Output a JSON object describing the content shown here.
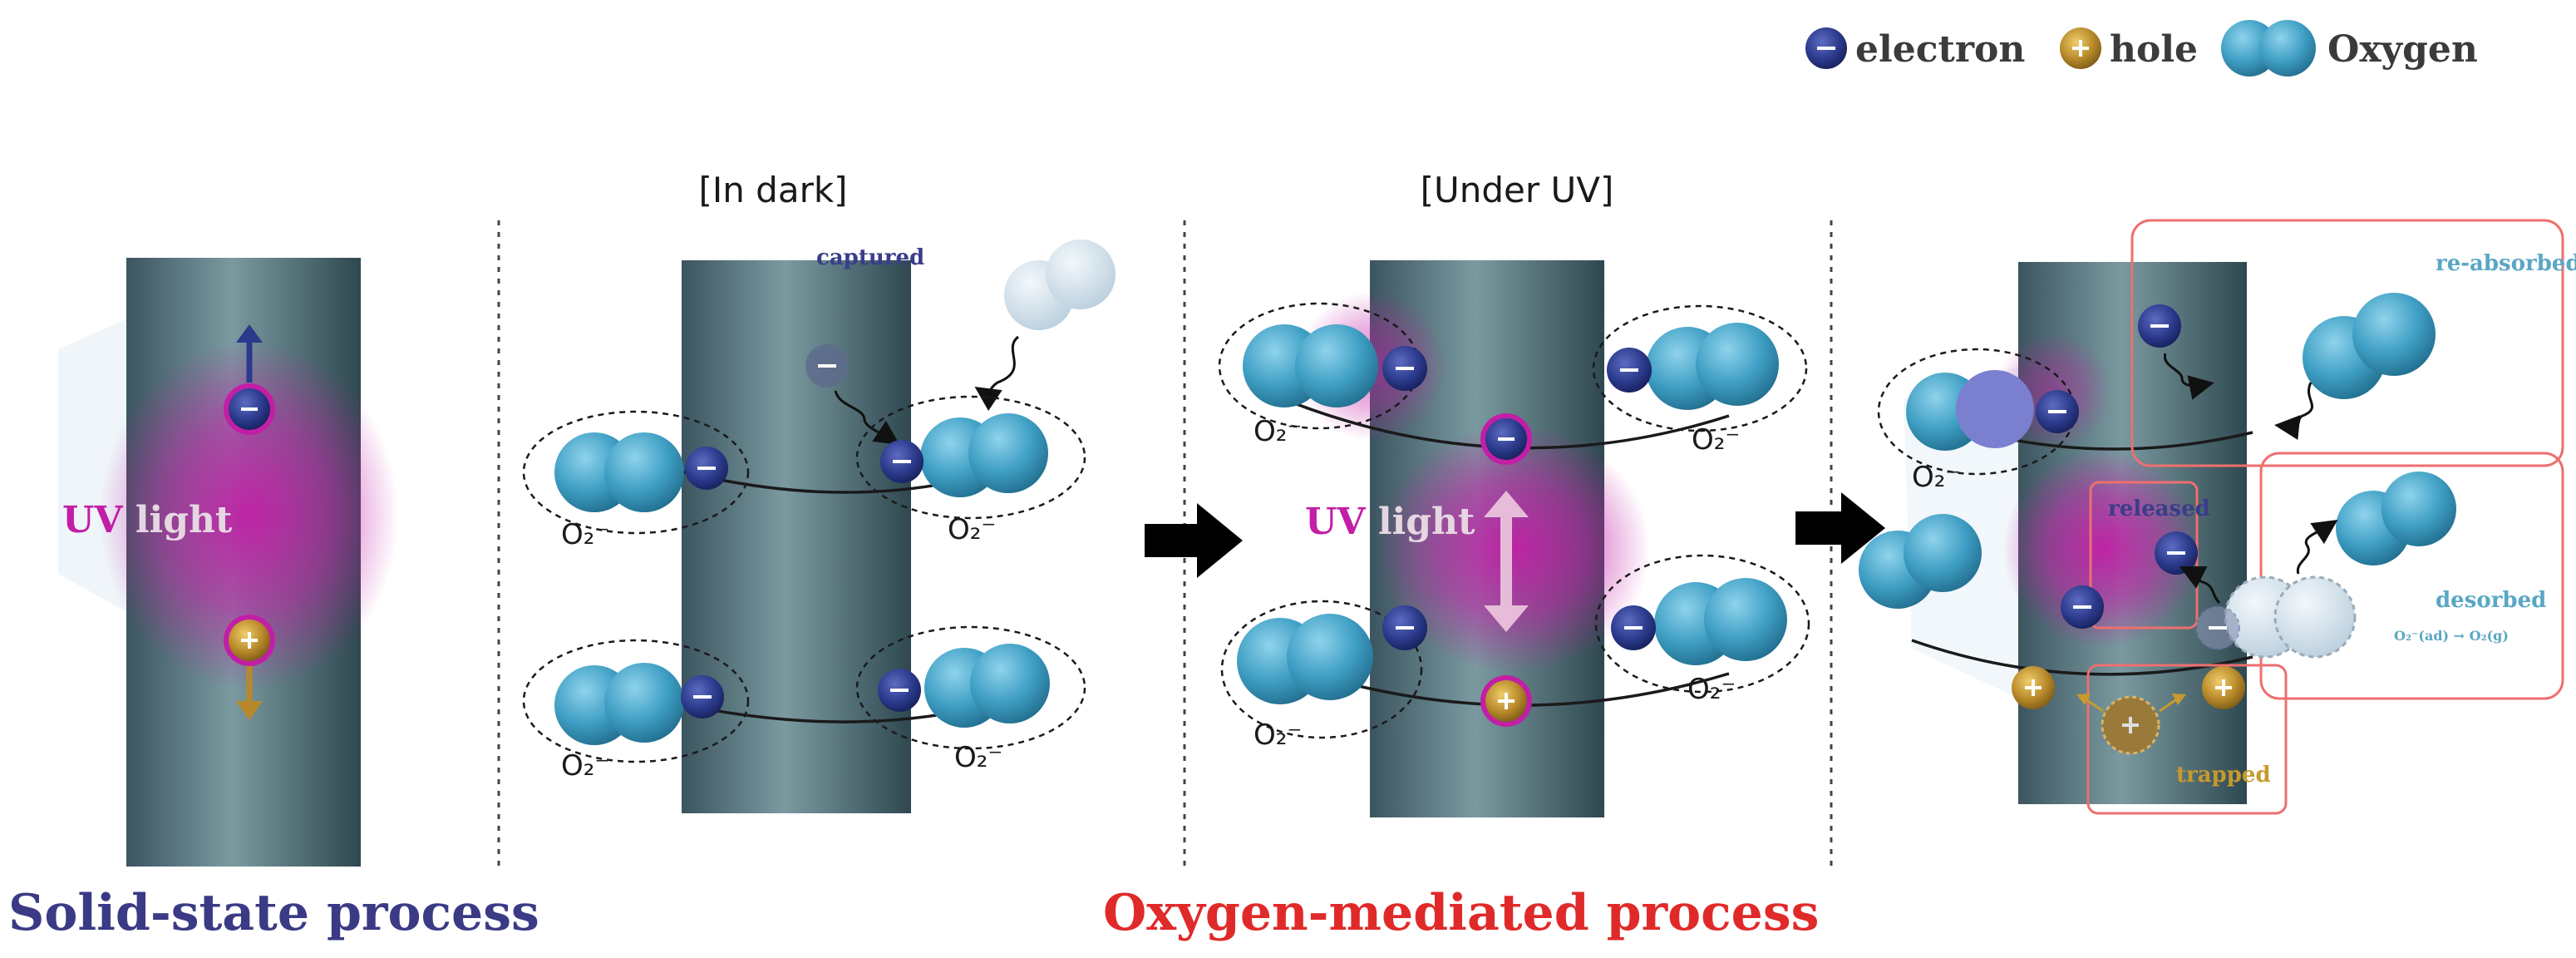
{
  "legend": {
    "electron_label": "electron",
    "hole_label": "hole",
    "oxygen_label": "Oxygen"
  },
  "panels": {
    "dark_title": "[In dark]",
    "uv_title": "[Under UV]"
  },
  "labels": {
    "uv_word": "UV",
    "light_word": "light",
    "captured": "captured",
    "re_absorbed": "re-absorbed",
    "released": "released",
    "desorbed": "desorbed",
    "desorb_equation": "O₂⁻(ad) → O₂(g)",
    "trapped": "trapped",
    "superoxide": "O₂⁻"
  },
  "processes": {
    "solid_state": "Solid-state process",
    "oxygen_mediated": "Oxygen-mediated process"
  },
  "colors": {
    "electron": "#2c3a8c",
    "hole": "#b8892a",
    "oxygen": "#3f9fc4",
    "uv_glow": "#c21ea6",
    "rod": "#4d6a72",
    "solid_state_text": "#3b3a85",
    "oxygen_mediated_text": "#e02a2a",
    "highlight_box": "#ee6f6f"
  },
  "signs": {
    "minus": "−",
    "plus": "+"
  }
}
